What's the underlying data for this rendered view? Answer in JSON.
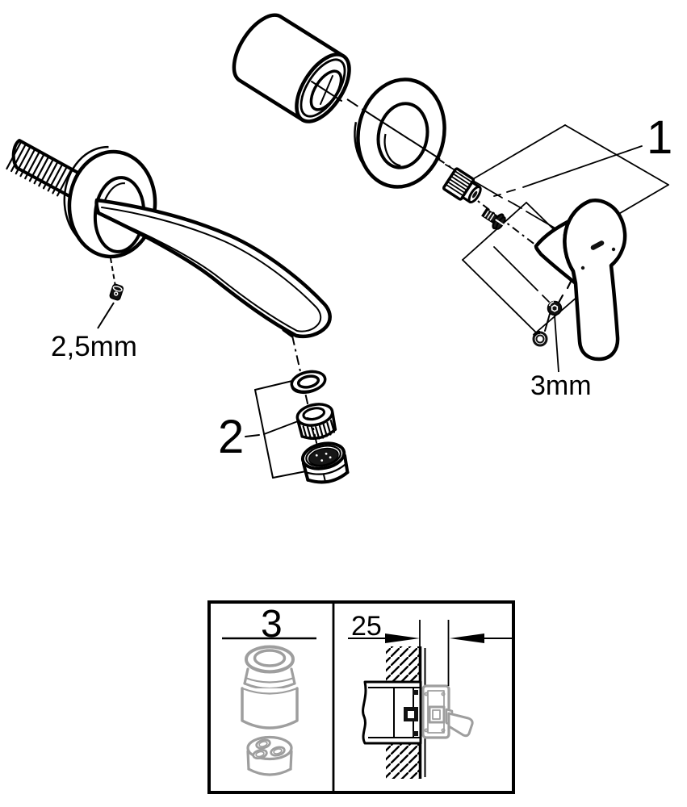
{
  "page": {
    "background": "#ffffff"
  },
  "colors": {
    "line": "#000000",
    "secondary_parts": "#9e9e9e"
  },
  "callouts": {
    "trim_group": "1",
    "spout_mousseur_group": "2",
    "hex_key_small": "2,5mm",
    "hex_key_large": "3mm"
  },
  "inset": {
    "rough_in_group": "3",
    "wall_depth": "25"
  }
}
